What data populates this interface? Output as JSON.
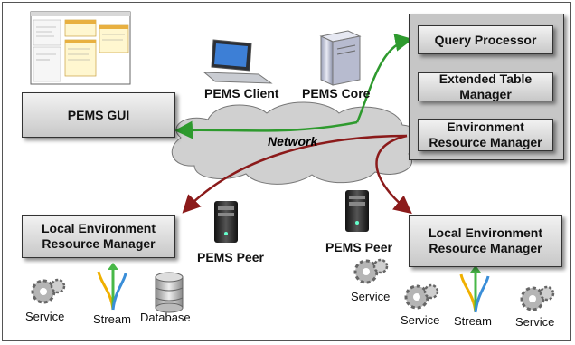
{
  "components": {
    "pems_gui": "PEMS GUI",
    "pems_client": "PEMS Client",
    "pems_core": "PEMS Core",
    "query_processor": "Query Processor",
    "extended_table_manager": "Extended Table Manager",
    "environment_resource_manager": "Environment Resource Manager",
    "network": "Network",
    "local_erm_left": "Local Environment Resource Manager",
    "local_erm_right": "Local Environment Resource Manager",
    "pems_peer_left": "PEMS Peer",
    "pems_peer_right": "PEMS Peer"
  },
  "resources": {
    "left": [
      "Service",
      "Stream",
      "Database"
    ],
    "right": [
      "Service",
      "Service",
      "Stream",
      "Service"
    ]
  },
  "colors": {
    "green_arrow": "#2e9a2e",
    "red_arrow": "#8b1a1a",
    "cloud": "#d0d0d0"
  }
}
